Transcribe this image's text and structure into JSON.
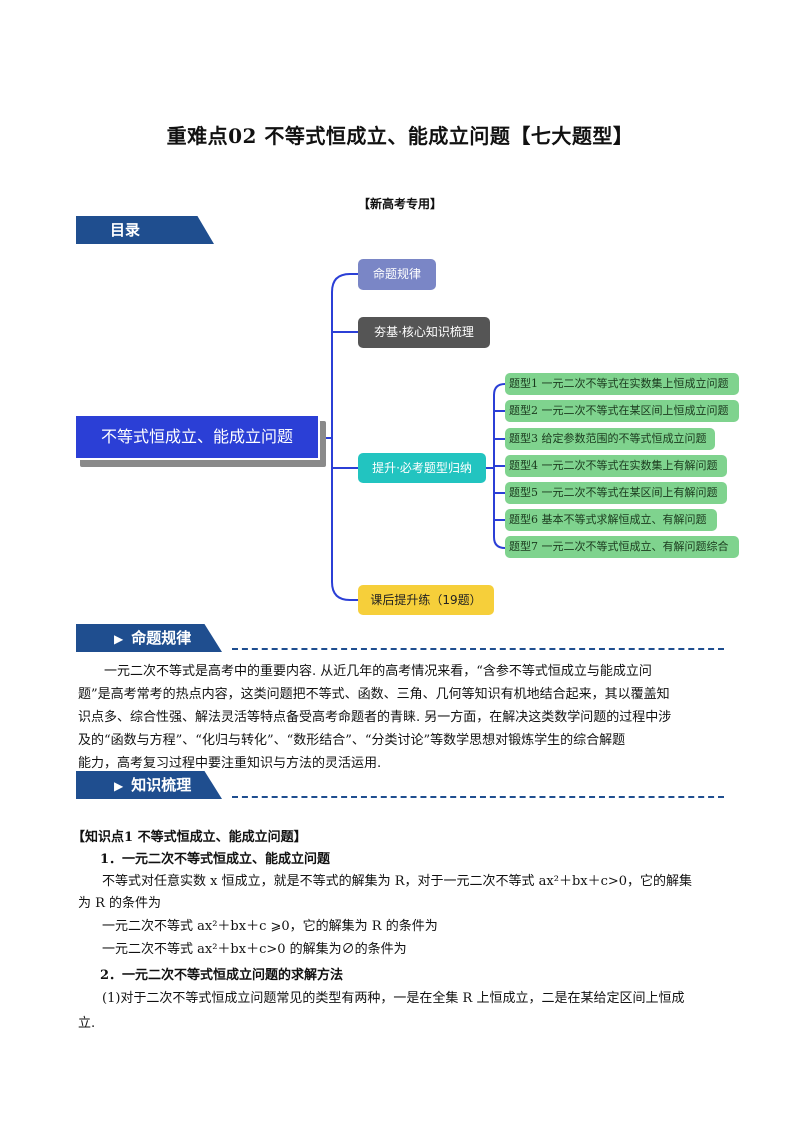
{
  "title": "重难点02  不等式恒成立、能成立问题【七大题型】",
  "subtitle": "【新高考专用】",
  "toc_banner": "目录",
  "mindmap": {
    "root": "不等式恒成立、能成立问题",
    "branch1": "命题规律",
    "branch2": "夯基·核心知识梳理",
    "branch3": "提升·必考题型归纳",
    "branch4": "课后提升练（19题）",
    "types": [
      "题型1 一元二次不等式在实数集上恒成立问题",
      "题型2 一元二次不等式在某区间上恒成立问题",
      "题型3 给定参数范围的不等式恒成立问题",
      "题型4 一元二次不等式在实数集上有解问题",
      "题型5 一元二次不等式在某区间上有解问题",
      "题型6 基本不等式求解恒成立、有解问题",
      "题型7 一元二次不等式恒成立、有解问题综合"
    ]
  },
  "section1": {
    "banner": "命题规律",
    "lines": [
      "一元二次不等式是高考中的重要内容. 从近几年的高考情况来看，“含参不等式恒成立与能成立问",
      "题”是高考常考的热点内容，这类问题把不等式、函数、三角、几何等知识有机地结合起来，其以覆盖知",
      "识点多、综合性强、解法灵活等特点备受高考命题者的青睐. 另一方面，在解决这类数学问题的过程中涉",
      "及的“函数与方程”、“化归与转化”、“数形结合”、“分类讨论”等数学思想对锻炼学生的综合解题",
      "能力，高考复习过程中要注重知识与方法的灵活运用."
    ]
  },
  "section2": {
    "banner": "知识梳理",
    "kp1": "【知识点1    不等式恒成立、能成立问题】",
    "h1": "1．一元二次不等式恒成立、能成立问题",
    "p1a": "不等式对任意实数 x 恒成立，就是不等式的解集为 R，对于一元二次不等式 ax²＋bx＋c>0，它的解集",
    "p1b": "为 R 的条件为",
    "p2": "一元二次不等式 ax²＋bx＋c ⩾0，它的解集为 R 的条件为",
    "p3": "一元二次不等式 ax²＋bx＋c>0 的解集为∅的条件为",
    "h2": "2．一元二次不等式恒成立问题的求解方法",
    "p4a": "(1)对于二次不等式恒成立问题常见的类型有两种，一是在全集 R 上恒成立，二是在某给定区间上恒成",
    "p4b": "立."
  },
  "colors": {
    "banner": "#1f4e8f",
    "root": "#2b3fd6",
    "branch1": "#7a86c6",
    "branch2": "#555555",
    "branch3": "#22c4c0",
    "branch4": "#f6cf3a",
    "types": "#7fd38e"
  }
}
